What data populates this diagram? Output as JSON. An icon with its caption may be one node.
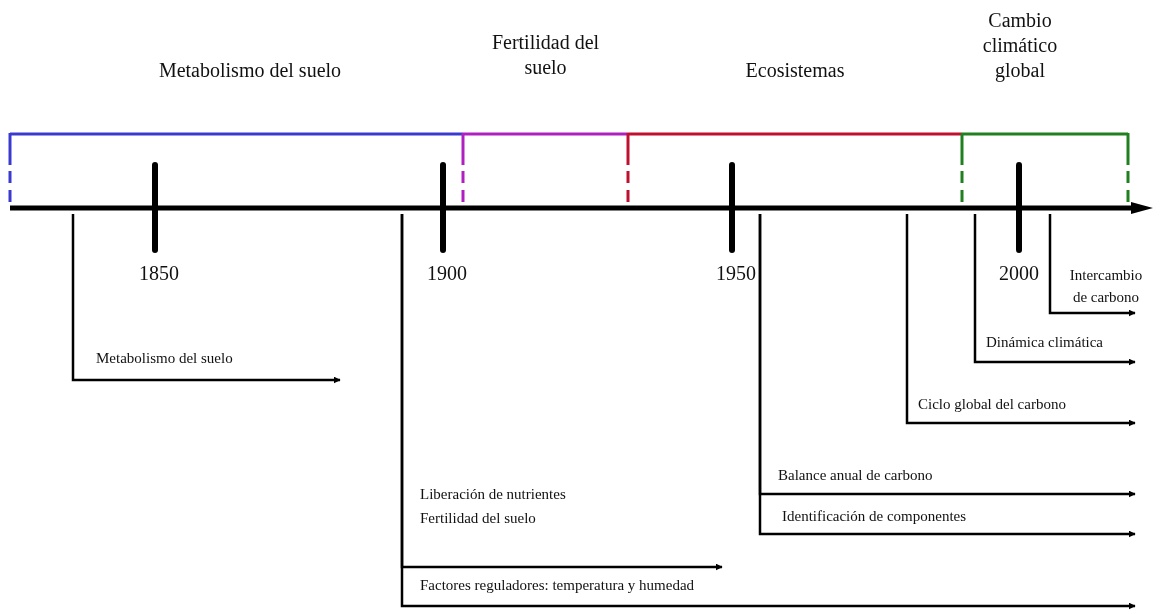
{
  "diagram": {
    "nodes": [
      {
        "text": [
          "Metabolismo del suelo"
        ]
      },
      {
        "text": [
          "Fertilidad del suelo"
        ]
      },
      {
        "text": [
          "Ecosistemas"
        ]
      },
      {
        "text": [
          "Cambio climático global"
        ]
      },
      {
        "text": [],
        "shape": "bar",
        "beside": [
          "1850",
          "1900",
          "1950",
          "2000"
        ]
      }
    ],
    "edges": [
      {
        "from": 4,
        "to": null,
        "arrow": "to",
        "label": "Metabolismo del suelo"
      },
      {
        "from": 4,
        "to": null,
        "arrow": "to",
        "label": "Liberación de nutrientes Fertilidad del suelo"
      },
      {
        "from": 4,
        "to": null,
        "arrow": "to",
        "label": "Factores reguladores: temperatura y humedad"
      },
      {
        "from": 4,
        "to": null,
        "arrow": "to",
        "label": "Balance anual de carbono"
      },
      {
        "from": 4,
        "to": null,
        "arrow": "to",
        "label": "Identificación de componentes"
      },
      {
        "from": 4,
        "to": null,
        "arrow": "to",
        "label": "Ciclo global del carbono"
      },
      {
        "from": 4,
        "to": null,
        "arrow": "to",
        "label": "Dinámica climática"
      },
      {
        "from": 4,
        "to": null,
        "arrow": "to",
        "label": "Intercambio de carbono"
      }
    ]
  }
}
